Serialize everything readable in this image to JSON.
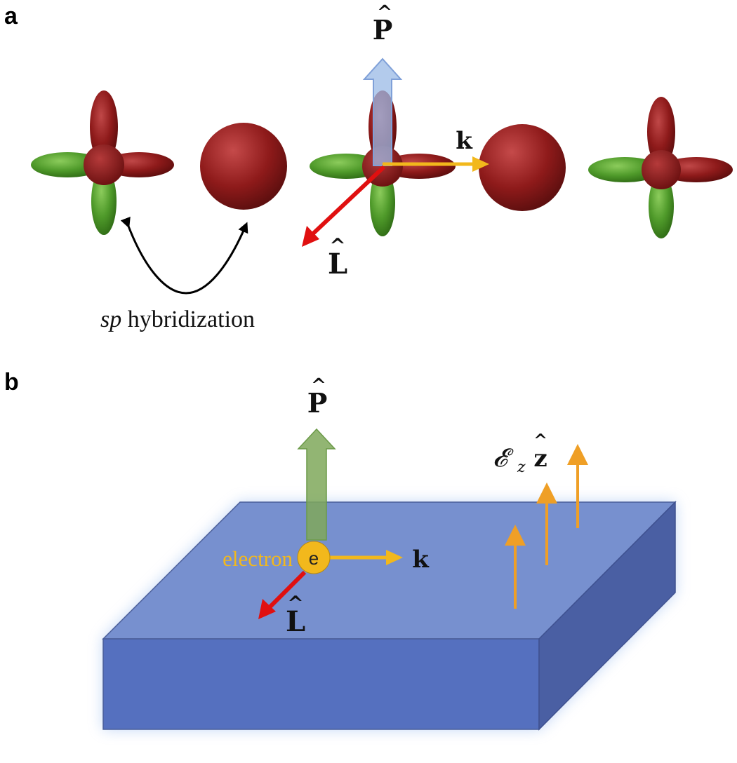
{
  "panels": {
    "a": {
      "label": "a",
      "p_symbol": "P",
      "p_hat": "^",
      "l_symbol": "L",
      "l_hat": "^",
      "k_symbol": "k",
      "caption_italic": "sp",
      "caption_rest": " hybridization"
    },
    "b": {
      "label": "b",
      "p_symbol": "P",
      "p_hat": "^",
      "l_symbol": "L",
      "l_hat": "^",
      "k_symbol": "k",
      "electron_label": "electron",
      "electron_symbol": "e",
      "field_symbol": "𝓔",
      "field_subscript": "z",
      "field_vector": "z",
      "field_hat": "^"
    }
  },
  "colors": {
    "orbital_red": "#8e1a1a",
    "orbital_green": "#4f9a2a",
    "arrow_red": "#e01010",
    "arrow_yellow": "#f2b81c",
    "polarization_blue": "#9ab9e6",
    "polarization_green": "#7fa85a",
    "slab_top": "#7790cf",
    "slab_front": "#5570bf",
    "slab_side": "#4a5fa3",
    "field_orange": "#ef9f26",
    "electron_fill": "#f2b81c",
    "electron_label": "#f2b81c"
  },
  "icons": {
    "orbital": "p-orbital-cross",
    "s_orbital": "sphere"
  }
}
